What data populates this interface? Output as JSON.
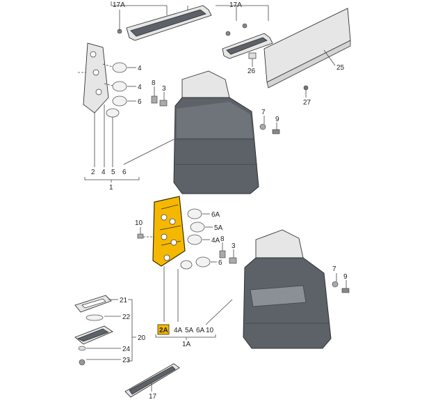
{
  "diagram": {
    "labels": {
      "17A_left": "17A",
      "17A_right": "17A",
      "25": "25",
      "26": "26",
      "27": "27",
      "4_a": "4",
      "4_b": "4",
      "6": "6",
      "8_top": "8",
      "3_top": "3",
      "7_top": "7",
      "9_top": "9",
      "group1_2": "2",
      "group1_4": "4",
      "group1_5": "5",
      "group1_6": "6",
      "group1_total": "1",
      "6A": "6A",
      "5A": "5A",
      "4A": "4A",
      "10_left": "10",
      "8_bot": "8",
      "3_bot": "3",
      "6_bot": "6",
      "7_bot": "7",
      "9_bot": "9",
      "group1A_2A": "2A",
      "group1A_4A": "4A",
      "group1A_5A": "5A",
      "group1A_6A": "6A",
      "group1A_10": "10",
      "group1A_total": "1A",
      "21": "21",
      "22": "22",
      "20": "20",
      "24": "24",
      "23": "23",
      "17": "17"
    },
    "highlight_color": "#f5b800",
    "highlight_part": "2A"
  }
}
